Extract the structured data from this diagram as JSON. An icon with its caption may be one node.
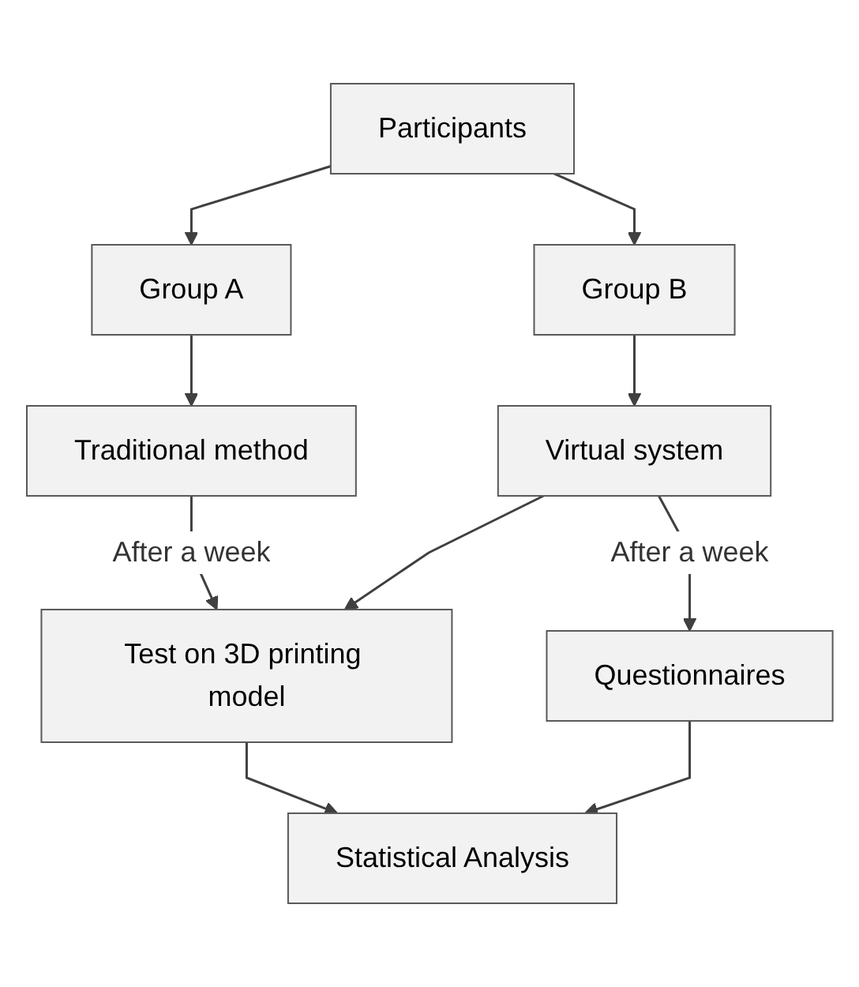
{
  "diagram": {
    "nodes": [
      {
        "text": [
          "Participants"
        ]
      },
      {
        "text": [
          "Group A"
        ]
      },
      {
        "text": [
          "Group B"
        ]
      },
      {
        "text": [
          "Traditional method"
        ]
      },
      {
        "text": [
          "Virtual system"
        ]
      },
      {
        "text": [
          "Test on 3D printing model"
        ]
      },
      {
        "text": [
          "Questionnaires"
        ]
      },
      {
        "text": [
          "Statistical Analysis"
        ]
      }
    ],
    "edges": [
      {
        "from": 0,
        "to": 1,
        "arrow": "to"
      },
      {
        "from": 0,
        "to": 2,
        "arrow": "to"
      },
      {
        "from": 1,
        "to": 3,
        "arrow": "to"
      },
      {
        "from": 2,
        "to": 4,
        "arrow": "to"
      },
      {
        "from": 3,
        "to": 5,
        "label": "After a week",
        "arrow": "to"
      },
      {
        "from": 4,
        "to": 5,
        "arrow": "to"
      },
      {
        "from": 4,
        "to": 6,
        "label": "After a week",
        "arrow": "to"
      },
      {
        "from": 5,
        "to": 7,
        "arrow": "to"
      },
      {
        "from": 6,
        "to": 7,
        "arrow": "to"
      }
    ]
  }
}
